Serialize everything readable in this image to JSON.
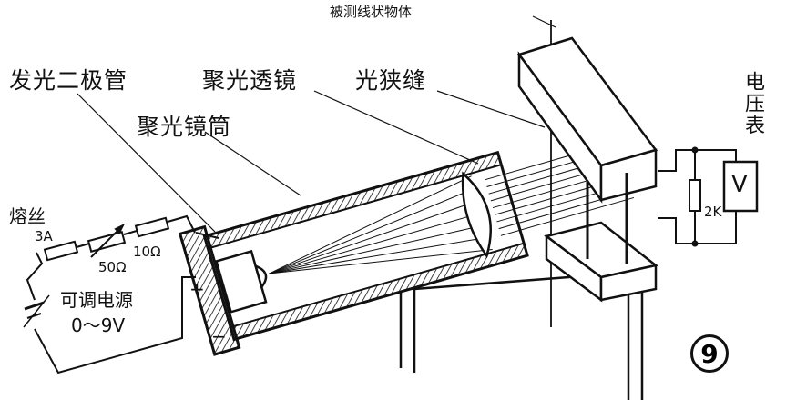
{
  "labels": {
    "object": "被测线状物体",
    "led": "发光二极管",
    "condenser_lens": "聚光透镜",
    "slit": "光狭缝",
    "lens_tube": "聚光镜筒",
    "voltmeter_title": "电压表",
    "voltmeter_symbol": "V",
    "resistor_2k": "2K",
    "fuse": "熔丝",
    "fuse_rating": "3A",
    "pot": "50Ω",
    "res10": "10Ω",
    "supply": "可调电源",
    "supply_range": "0～9V",
    "plus": "+",
    "minus": "−",
    "figure_number": "9"
  }
}
